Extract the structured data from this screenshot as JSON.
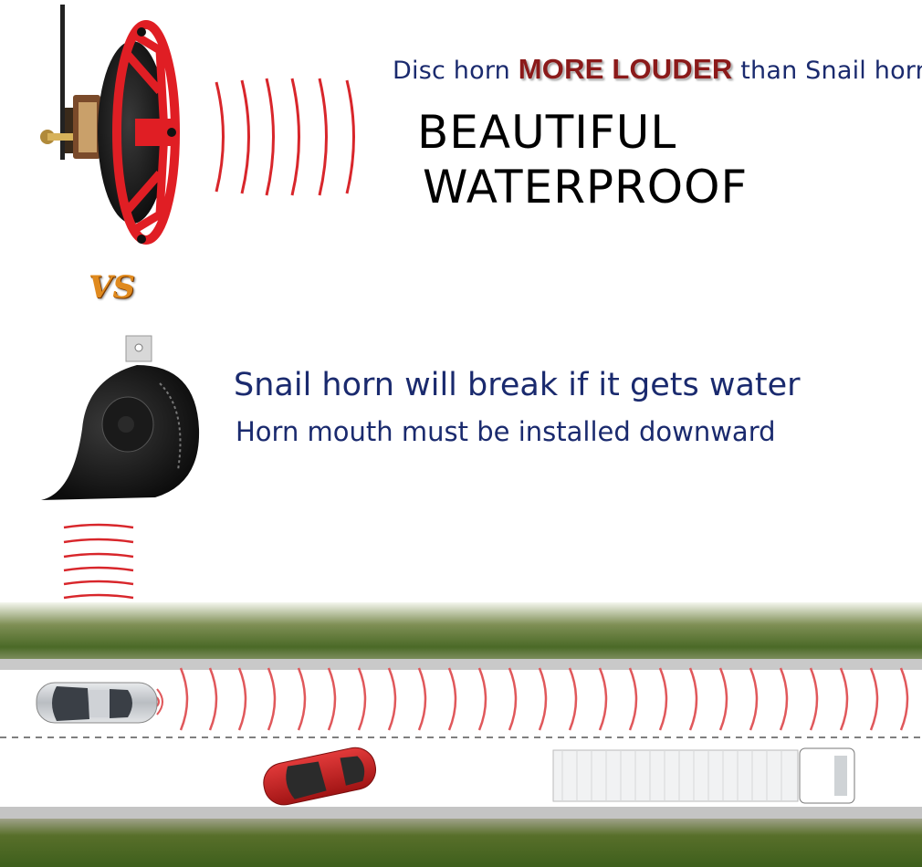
{
  "headline": {
    "prefix": "Disc horn ",
    "emphasis": "MORE LOUDER",
    "suffix": " than Snail horn"
  },
  "features": [
    "BEAUTIFUL",
    "WATERPROOF"
  ],
  "vs_badge": "VS",
  "snail_notes": {
    "line1": "Snail horn will break if it gets water",
    "line2": "Horn mouth must be installed downward"
  },
  "colors": {
    "wave_red": "#d8262b",
    "headline_blue": "#1a2a6e",
    "emphasis_red": "#8b1a1a",
    "disc_horn_red": "#e01e24",
    "road_grass": "#5f7a32"
  },
  "icons": [
    "disc-horn-icon",
    "snail-horn-icon",
    "sound-wave-icon",
    "silver-car-icon",
    "red-car-icon",
    "truck-icon"
  ]
}
